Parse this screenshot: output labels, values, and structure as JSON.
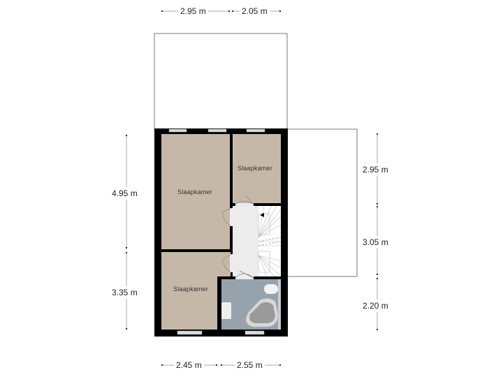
{
  "plan": {
    "wall_color": "#000000",
    "bedroom_color": "#c6b8a8",
    "bathroom_color": "#96a3ad",
    "hall_color": "#ececec",
    "outline_color": "#666666"
  },
  "dimensions": {
    "top": [
      "2.95 m",
      "2.05 m"
    ],
    "bottom": [
      "2.45 m",
      "2.55 m"
    ],
    "left": [
      "4.95 m",
      "3.35 m"
    ],
    "right": [
      "2.95 m",
      "3.05 m",
      "2.20 m"
    ]
  },
  "rooms": [
    {
      "label": "Slaapkamer",
      "type": "bedroom"
    },
    {
      "label": "Slaapkamer",
      "type": "bedroom"
    },
    {
      "label": "Slaapkamer",
      "type": "bedroom"
    },
    {
      "label": "",
      "type": "bathroom"
    },
    {
      "label": "",
      "type": "hallway"
    },
    {
      "label": "",
      "type": "stairs"
    }
  ]
}
